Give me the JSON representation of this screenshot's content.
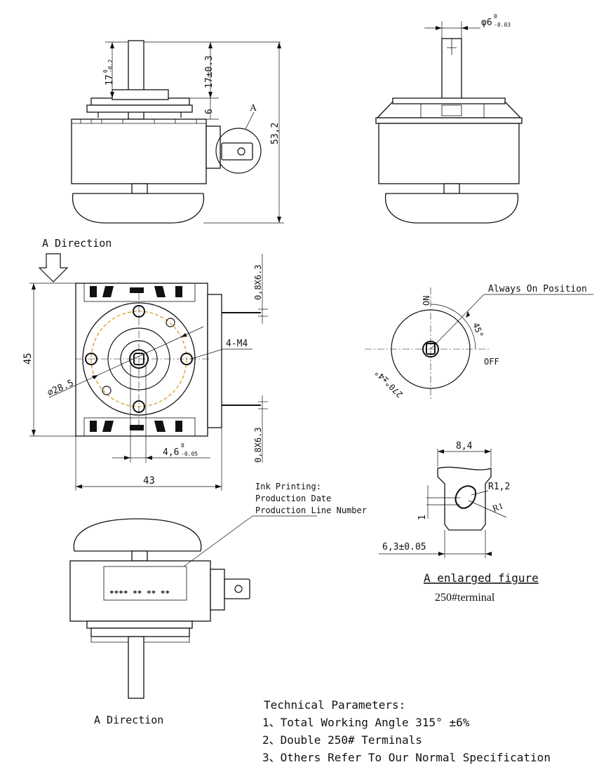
{
  "colors": {
    "line": "#111111",
    "mounting_circle": "#d99a2b",
    "background": "#ffffff"
  },
  "front_view": {
    "dim_shaft_flat": "17",
    "dim_shaft_flat_tol_upper": "0",
    "dim_shaft_flat_tol_lower": "-0.2",
    "dim_shaft_total": "17±0.3",
    "dim_bracket": "6",
    "dim_overall_height": "53,2",
    "detail_label": "A"
  },
  "side_view": {
    "dim_shaft_dia": "φ6",
    "dim_shaft_dia_tol_upper": "0",
    "dim_shaft_dia_tol_lower": "-0.03"
  },
  "direction_view": {
    "title": "A Direction",
    "dim_height": "45",
    "dim_width": "43",
    "dim_pcd": "⌀28.5",
    "dim_holes": "4-M4",
    "dim_terminal_top": "0,8X6.3",
    "dim_terminal_bottom": "0,8X6.3",
    "dim_flat": "4,6",
    "dim_flat_tol_upper": "0",
    "dim_flat_tol_lower": "-0.05"
  },
  "angle_diagram": {
    "always_on_label": "Always On Position",
    "on_label": "ON",
    "off_label": "OFF",
    "angle_small": "45°",
    "angle_large": "270°±4°"
  },
  "terminal_detail": {
    "dim_width": "8,4",
    "dim_r_large": "R1,2",
    "dim_r_small": "R1",
    "dim_hole": "1",
    "dim_blade": "6,3±0.05",
    "title": "A enlarged figure",
    "subtitle": "250#terminal"
  },
  "bottom_view": {
    "ink_label_1": "Ink Printing:",
    "ink_label_2": "Production Date",
    "ink_label_3": "Production Line Number",
    "ink_sample": "**** ** ** **",
    "title": "A Direction"
  },
  "technical_parameters": {
    "heading": "Technical Parameters:",
    "items": [
      "1、Total Working Angle 315° ±6%",
      "2、Double 250# Terminals",
      "3、Others Refer To Our Normal Specification"
    ]
  }
}
